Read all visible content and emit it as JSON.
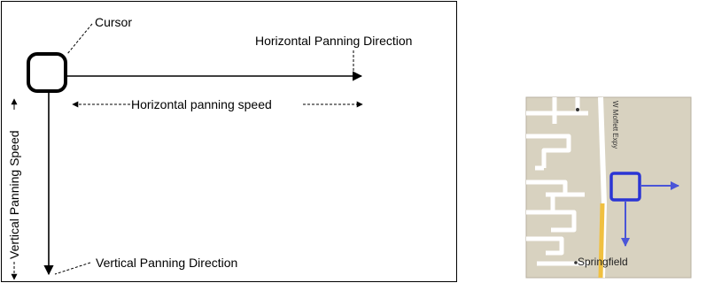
{
  "diagram": {
    "cursor_label": "Cursor",
    "horizontal_direction_label": "Horizontal Panning Direction",
    "horizontal_speed_label": "Horizontal panning speed",
    "vertical_speed_label": "Vertical Panning Speed",
    "vertical_direction_label": "Vertical Panning Direction"
  },
  "map": {
    "city_label": "Springfield",
    "road_label": "W Moffett Expy",
    "colors": {
      "background": "#d8d2c0",
      "streets": "#ffffff",
      "highway": "#f0c040",
      "cursor": "#3b46d6"
    }
  }
}
